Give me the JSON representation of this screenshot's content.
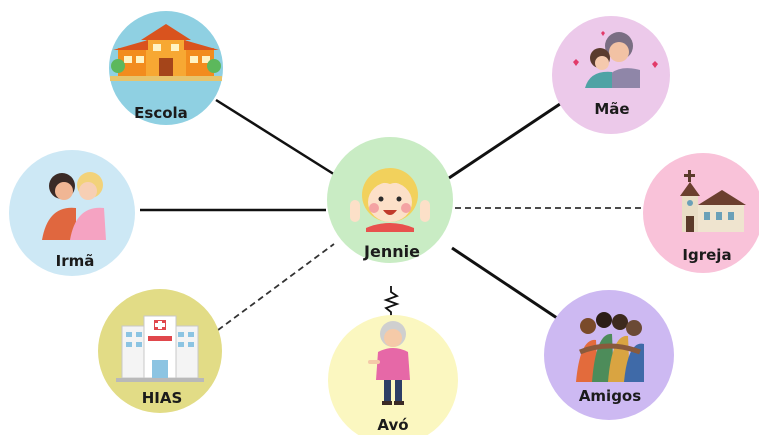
{
  "center": {
    "label": "Jennie",
    "color": "#c9ecc4"
  },
  "nodes": [
    {
      "id": "escola",
      "label": "Escola",
      "color": "#8fd0e2",
      "icon": "school-building-icon",
      "connection": "strong"
    },
    {
      "id": "mae",
      "label": "Mãe",
      "color": "#ecc9ea",
      "icon": "mother-hug-icon",
      "connection": "strong"
    },
    {
      "id": "irma",
      "label": "Irmã",
      "color": "#cde8f5",
      "icon": "sisters-hug-icon",
      "connection": "strong"
    },
    {
      "id": "igreja",
      "label": "Igreja",
      "color": "#f9c2d9",
      "icon": "church-icon",
      "connection": "weak"
    },
    {
      "id": "hias",
      "label": "HIAS",
      "color": "#e2dc86",
      "icon": "hospital-icon",
      "connection": "weak"
    },
    {
      "id": "avo",
      "label": "Avó",
      "color": "#fbf7c0",
      "icon": "grandmother-icon",
      "connection": "stressful"
    },
    {
      "id": "amigos",
      "label": "Amigos",
      "color": "#cdb9f2",
      "icon": "friends-group-icon",
      "connection": "strong"
    }
  ]
}
